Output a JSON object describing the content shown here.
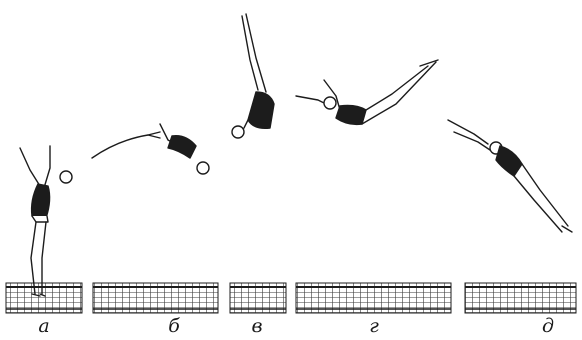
{
  "ink_color": "#1c1c1c",
  "paper_color": "#ffffff",
  "figure_labels": [
    "а",
    "б",
    "в",
    "г",
    "д"
  ]
}
